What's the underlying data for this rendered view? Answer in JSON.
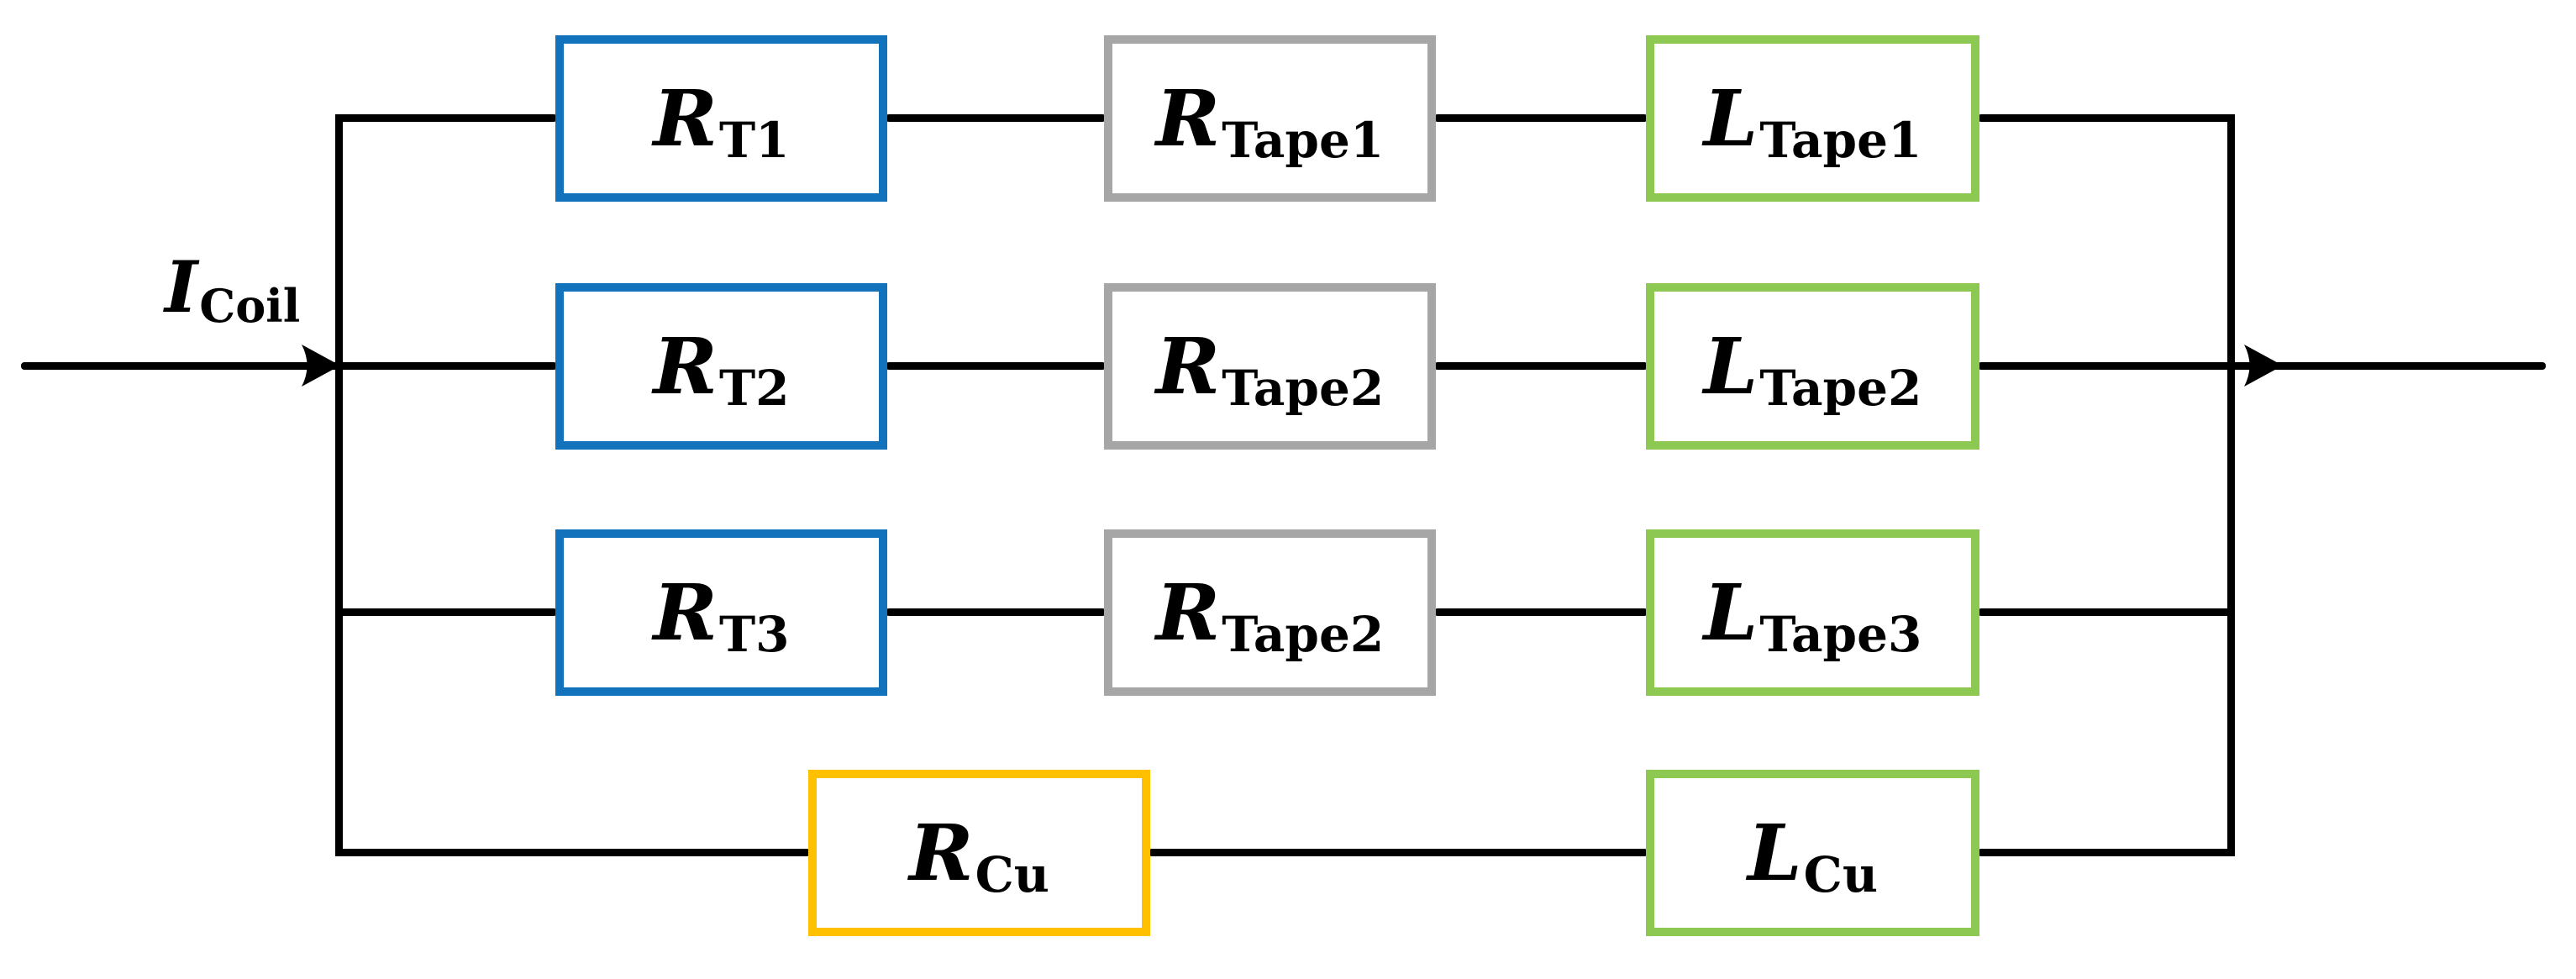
{
  "diagram_type": "parallel-rl-circuit-network",
  "colors": {
    "wire": "#000000",
    "blue": "#1272BC",
    "gray": "#A6A6A6",
    "green": "#8DC852",
    "yellow": "#FFC000",
    "background": "#FFFFFF",
    "text": "#000000"
  },
  "input": {
    "symbol": "I",
    "subscript": "Coil"
  },
  "rows": [
    {
      "boxes": [
        {
          "symbol": "R",
          "subscript": "T1",
          "color": "blue"
        },
        {
          "symbol": "R",
          "subscript": "Tape1",
          "color": "gray"
        },
        {
          "symbol": "L",
          "subscript": "Tape1",
          "color": "green"
        }
      ]
    },
    {
      "boxes": [
        {
          "symbol": "R",
          "subscript": "T2",
          "color": "blue"
        },
        {
          "symbol": "R",
          "subscript": "Tape2",
          "color": "gray"
        },
        {
          "symbol": "L",
          "subscript": "Tape2",
          "color": "green"
        }
      ]
    },
    {
      "boxes": [
        {
          "symbol": "R",
          "subscript": "T3",
          "color": "blue"
        },
        {
          "symbol": "R",
          "subscript": "Tape2",
          "color": "gray"
        },
        {
          "symbol": "L",
          "subscript": "Tape3",
          "color": "green"
        }
      ]
    },
    {
      "boxes": [
        {
          "symbol": "R",
          "subscript": "Cu",
          "color": "yellow"
        },
        {
          "symbol": "L",
          "subscript": "Cu",
          "color": "green"
        }
      ]
    }
  ]
}
